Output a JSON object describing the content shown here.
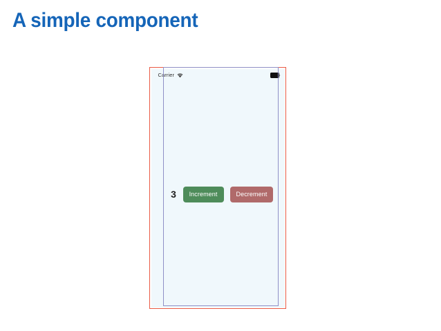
{
  "slide": {
    "title": "A simple component",
    "title_color": "#1565b8",
    "background_color": "#ffffff"
  },
  "device_mockup": {
    "outer_frame_color": "#ea5a44",
    "inner_frame_color": "#8f8fc6",
    "screen_background_color": "#f0f8fc",
    "status_bar": {
      "carrier_label": "Carrier",
      "wifi_icon": "wifi-icon",
      "battery_icon": "battery-full-icon"
    },
    "app": {
      "counter_value": "3",
      "increment_label": "Increment",
      "decrement_label": "Decrement",
      "increment_color": "#4e8c5a",
      "decrement_color": "#b06a6a"
    }
  }
}
